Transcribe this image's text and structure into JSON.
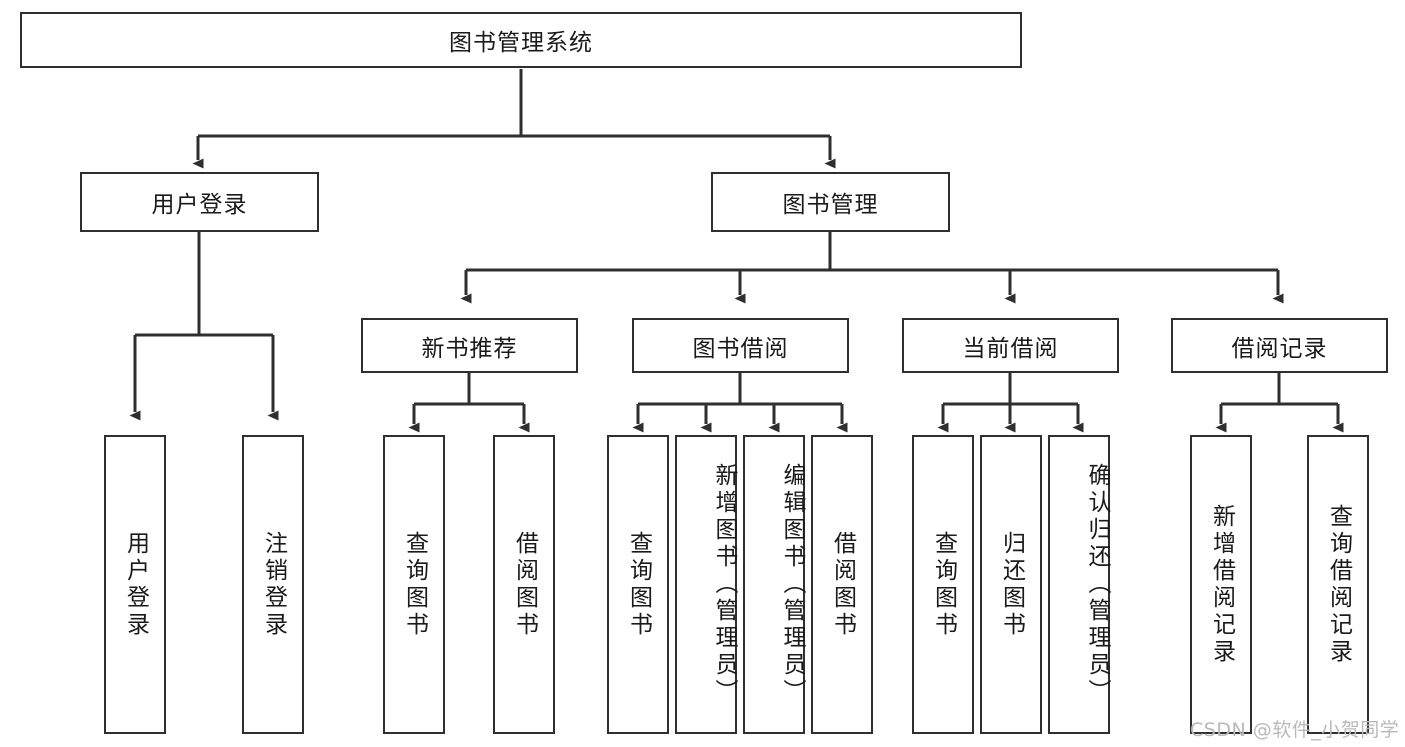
{
  "diagram": {
    "title_node": {
      "label": "图书管理系统"
    },
    "level1": [
      {
        "id": "user-login",
        "label": "用户登录"
      },
      {
        "id": "book-manage",
        "label": "图书管理"
      }
    ],
    "level2": [
      {
        "id": "new-book-recommend",
        "label": "新书推荐"
      },
      {
        "id": "book-borrow",
        "label": "图书借阅"
      },
      {
        "id": "current-borrow",
        "label": "当前借阅"
      },
      {
        "id": "borrow-record",
        "label": "借阅记录"
      }
    ],
    "leaves": {
      "user_login": [
        {
          "id": "leaf-user-login",
          "label": "用户登录"
        },
        {
          "id": "leaf-logout-login",
          "label": "注销登录"
        }
      ],
      "new_book_recommend": [
        {
          "id": "leaf-query-book-1",
          "label": "查询图书"
        },
        {
          "id": "leaf-borrow-book-1",
          "label": "借阅图书"
        }
      ],
      "book_borrow": [
        {
          "id": "leaf-query-book-2",
          "label": "查询图书"
        },
        {
          "id": "leaf-add-book",
          "label": "新增图书（管理员）"
        },
        {
          "id": "leaf-edit-book",
          "label": "编辑图书（管理员）"
        },
        {
          "id": "leaf-borrow-book-2",
          "label": "借阅图书"
        }
      ],
      "current_borrow": [
        {
          "id": "leaf-query-book-3",
          "label": "查询图书"
        },
        {
          "id": "leaf-return-book",
          "label": "归还图书"
        },
        {
          "id": "leaf-confirm-return",
          "label": "确认归还（管理员）"
        }
      ],
      "borrow_record": [
        {
          "id": "leaf-add-record",
          "label": "新增借阅记录"
        },
        {
          "id": "leaf-query-record",
          "label": "查询借阅记录"
        }
      ]
    }
  },
  "watermark": {
    "text": "CSDN @软件_小贺同学"
  },
  "colors": {
    "stroke": "#2f2f2f",
    "box_fill": "#ffffff",
    "text": "#1a1a1a",
    "watermark": "#b9b9b9"
  }
}
